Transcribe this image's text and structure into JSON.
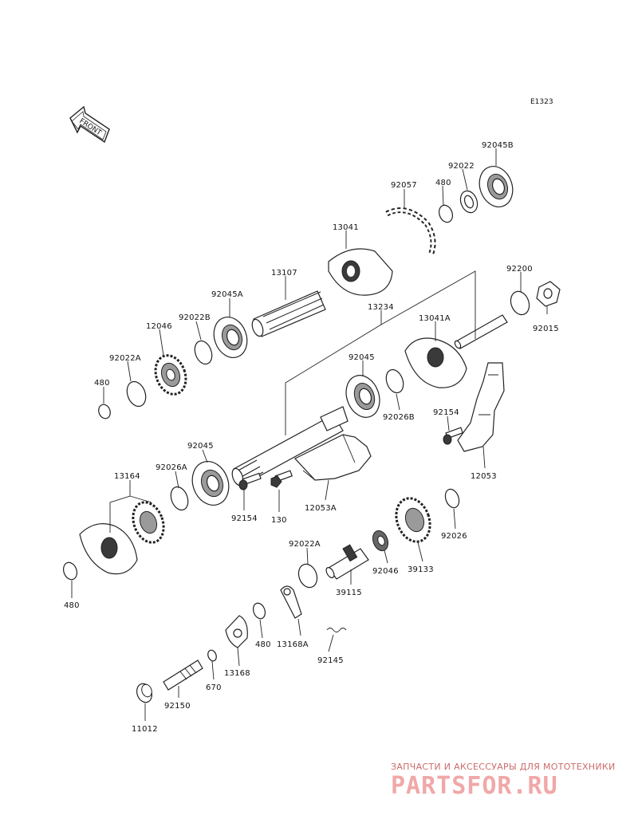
{
  "diagram": {
    "code": "E1323",
    "front_label": "FRONT",
    "parts": {
      "p92045B": "92045B",
      "p92022": "92022",
      "p480a": "480",
      "p92057": "92057",
      "p13041": "13041",
      "p13107": "13107",
      "p92045A": "92045A",
      "p92022B": "92022B",
      "p12046": "12046",
      "p92022A": "92022A",
      "p480b": "480",
      "p13234": "13234",
      "p92200": "92200",
      "p92015": "92015",
      "p13041A": "13041A",
      "p92045a": "92045",
      "p92026B": "92026B",
      "p92154a": "92154",
      "p12053": "12053",
      "p92045b": "92045",
      "p92026A": "92026A",
      "p13164": "13164",
      "p92154b": "92154",
      "p130": "130",
      "p12053A": "12053A",
      "p92026": "92026",
      "p39133": "39133",
      "p92046": "92046",
      "p39115": "39115",
      "p92022A2": "92022A",
      "p480c": "480",
      "p13168A": "13168A",
      "p92145": "92145",
      "p480d": "480",
      "p13168": "13168",
      "p670": "670",
      "p92150": "92150",
      "p11012": "11012"
    }
  },
  "watermark": {
    "tagline": "ЗАПЧАСТИ И АКСЕССУАРЫ ДЛЯ МОТОТЕХНИКИ",
    "brand": "PARTSFOR.RU"
  }
}
